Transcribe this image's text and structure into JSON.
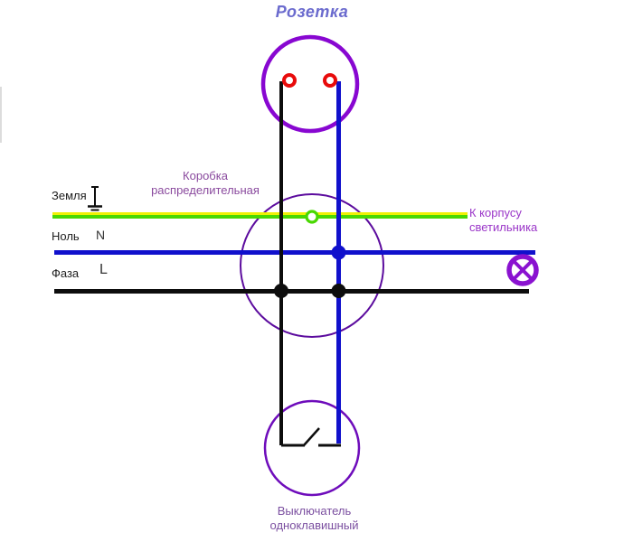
{
  "title": "Розетка",
  "colors": {
    "title-blue": "#6b6bce",
    "socket-circle": "#8807d1",
    "junction-circle": "#5c0c9e",
    "switch-circle": "#6e0cbb",
    "lamp-purple": "#8a12d0",
    "label-purple": "#8a4a9e",
    "note-purple": "#9a35c8",
    "switch-label-purple": "#7b4fa0",
    "wire-black": "#0d0d0d",
    "wire-blue": "#1010cc",
    "wire-green": "#49d802",
    "wire-yellow": "#f0f005",
    "socket-red": "#e80b0b"
  },
  "labels": {
    "socket_title": "Розетка",
    "junction_box": {
      "line1": "Коробка",
      "line2": "распределительная"
    },
    "ground": "Земля",
    "neutral": "Ноль",
    "neutral_letter": "N",
    "phase": "Фаза",
    "phase_letter": "L",
    "lamp_note": {
      "line1": "К корпусу",
      "line2": "светильника"
    },
    "switch": {
      "line1": "Выключатель",
      "line2": "одноклавишный"
    }
  },
  "diagram": {
    "type": "electrical-wiring-diagram",
    "components": [
      {
        "name": "socket",
        "label": "Розетка",
        "symbol": "circle with two red terminals"
      },
      {
        "name": "junction-box",
        "label": "Коробка распределительная",
        "symbol": "large circle"
      },
      {
        "name": "switch",
        "label": "Выключатель одноклавишный",
        "symbol": "circle with open lever contact"
      },
      {
        "name": "lamp",
        "label": "К корпусу светильника",
        "symbol": "circle with X"
      }
    ],
    "wires": [
      {
        "name": "ground",
        "label": "Земля",
        "color": "yellow-green"
      },
      {
        "name": "neutral",
        "label": "Ноль",
        "letter": "N",
        "color": "blue"
      },
      {
        "name": "phase",
        "label": "Фаза",
        "letter": "L",
        "color": "black"
      }
    ]
  }
}
